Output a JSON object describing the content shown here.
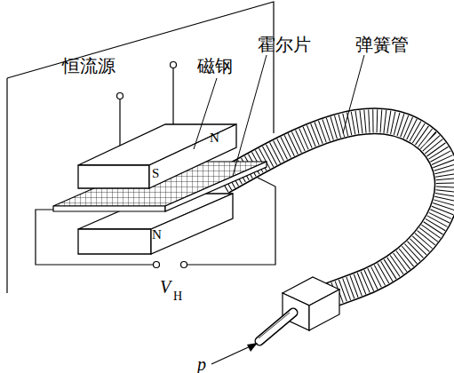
{
  "diagram": {
    "labels": [
      "恒流源",
      "磁钢",
      "霍尔片",
      "弹簧管",
      "S",
      "N",
      "N",
      "V",
      "H",
      "p"
    ]
  }
}
